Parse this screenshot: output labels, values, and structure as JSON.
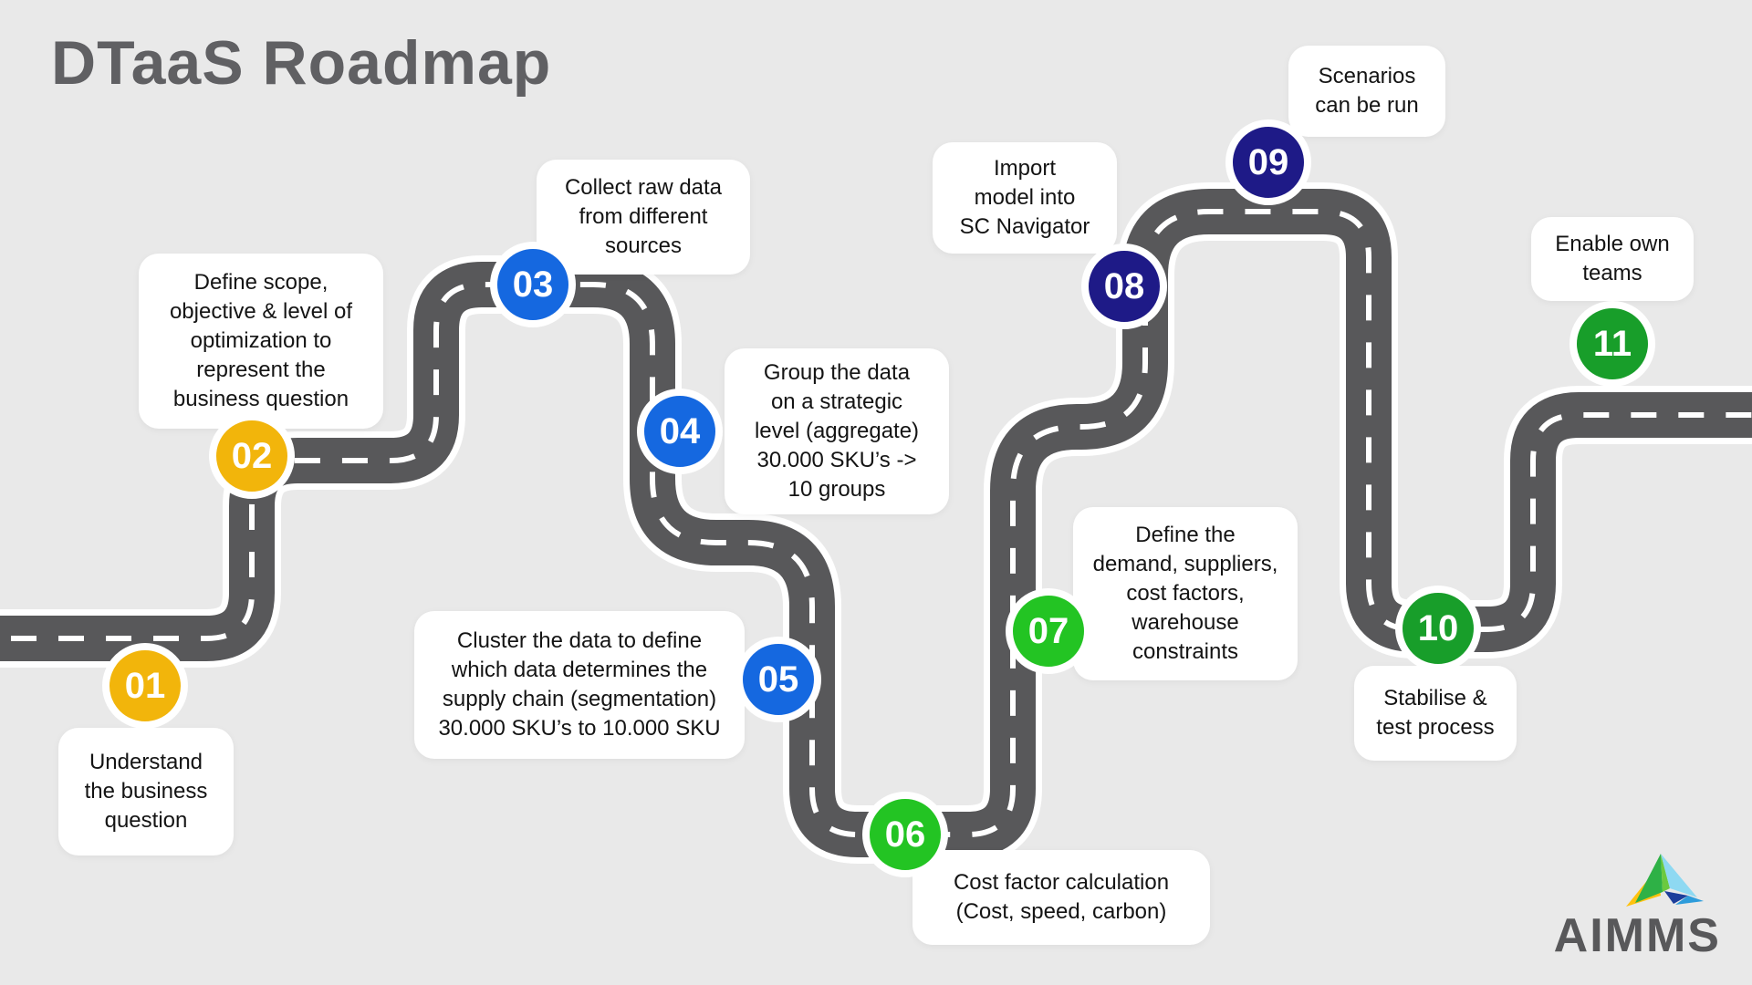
{
  "title": "DTaaS Roadmap",
  "brand": {
    "logo_text": "AIMMS"
  },
  "colors": {
    "background": "#e9e9e9",
    "road": "#58585a",
    "road_line": "#ffffff",
    "milestone_yellow": "#f2b50b",
    "milestone_blue": "#1568e0",
    "milestone_bright_green": "#23c423",
    "milestone_dark_green": "#189e2a",
    "milestone_navy": "#1e1a87",
    "title_gray": "#606063",
    "logo_yellow": "#ffc20e",
    "logo_green": "#2eb146",
    "logo_light_green": "#6bc93f",
    "logo_cyan": "#8ed9f2",
    "logo_navy": "#1c3e9b",
    "logo_blue": "#2d9cdb"
  },
  "milestones": [
    {
      "number": "01",
      "color": "yellow",
      "label": "Understand\nthe business\nquestion"
    },
    {
      "number": "02",
      "color": "yellow",
      "label": "Define scope,\nobjective & level of\noptimization to\nrepresent the\nbusiness question"
    },
    {
      "number": "03",
      "color": "blue",
      "label": "Collect raw data\nfrom different\nsources"
    },
    {
      "number": "04",
      "color": "blue",
      "label": "Group the data\non a strategic\nlevel (aggregate)\n30.000 SKU’s ->\n10 groups"
    },
    {
      "number": "05",
      "color": "blue",
      "label": "Cluster the data to define\nwhich data determines the\nsupply chain (segmentation)\n30.000 SKU’s to 10.000 SKU"
    },
    {
      "number": "06",
      "color": "bright_green",
      "label": "Cost factor calculation\n(Cost, speed, carbon)"
    },
    {
      "number": "07",
      "color": "bright_green",
      "label": "Define the\ndemand, suppliers,\ncost factors,\nwarehouse\nconstraints"
    },
    {
      "number": "08",
      "color": "navy",
      "label": "Import\nmodel into\nSC Navigator"
    },
    {
      "number": "09",
      "color": "navy",
      "label": "Scenarios\ncan be run"
    },
    {
      "number": "10",
      "color": "dark_green",
      "label": "Stabilise &\ntest process"
    },
    {
      "number": "11",
      "color": "dark_green",
      "label": "Enable own\nteams"
    }
  ]
}
